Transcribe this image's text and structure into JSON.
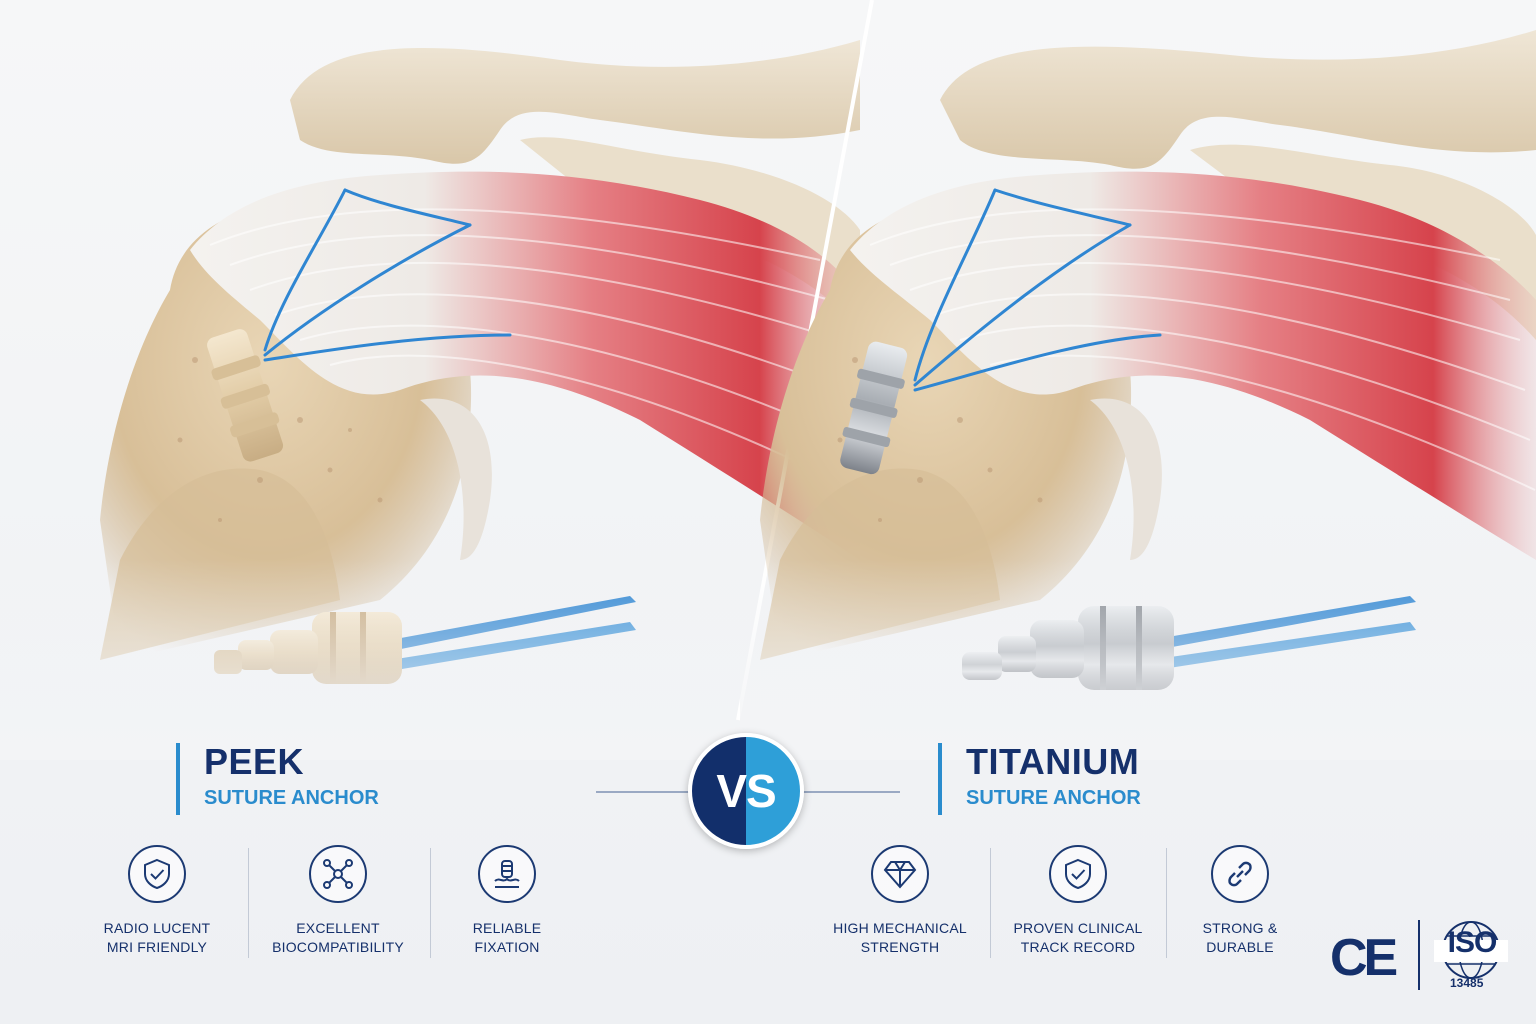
{
  "left": {
    "title": "PEEK",
    "subtitle": "SUTURE ANCHOR",
    "features": [
      {
        "icon": "shield-check-icon",
        "label": "RADIO LUCENT\nMRI FRIENDLY"
      },
      {
        "icon": "molecule-icon",
        "label": "EXCELLENT\nBIOCOMPATIBILITY"
      },
      {
        "icon": "anchor-fixation-icon",
        "label": "RELIABLE\nFIXATION"
      }
    ]
  },
  "vs": {
    "label": "VS"
  },
  "right": {
    "title": "TITANIUM",
    "subtitle": "SUTURE ANCHOR",
    "features": [
      {
        "icon": "diamond-icon",
        "label": "HIGH MECHANICAL\nSTRENGTH"
      },
      {
        "icon": "shield-check-icon",
        "label": "PROVEN CLINICAL\nTRACK RECORD"
      },
      {
        "icon": "chain-link-icon",
        "label": "STRONG &\nDURABLE"
      }
    ]
  },
  "certifications": {
    "ce": "CE",
    "iso": "ISO",
    "iso_number": "13485"
  },
  "colors": {
    "navy": "#15306b",
    "accent_blue": "#2a8ccd",
    "peek": "#e6d4b5",
    "titanium": "#b9bdc2",
    "suture": "#2f86d2",
    "muscle": "#d9525a",
    "bone": "#d9c3a1"
  }
}
